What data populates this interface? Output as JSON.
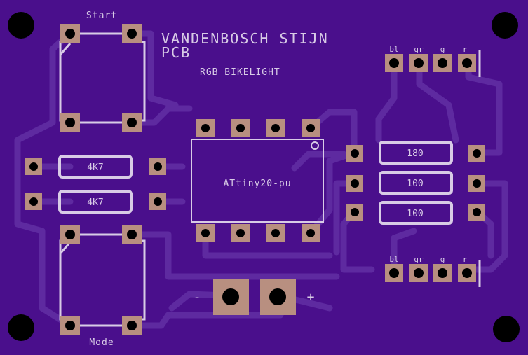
{
  "board": {
    "colors": {
      "background": "#4a0f8c",
      "trace": "#5e2aa0",
      "silk": "#d8cbe6",
      "pad": "#b88f80",
      "hole": "#000000"
    },
    "title_line1": "VANDENBOSCH STIJN",
    "title_line2": "PCB",
    "subtitle": "RGB BIKELIGHT"
  },
  "switches": {
    "top_label": "Start",
    "bottom_label": "Mode"
  },
  "resistors_left": [
    "4K7",
    "4K7"
  ],
  "resistors_right": [
    "180",
    "100",
    "100"
  ],
  "chip": {
    "label": "ATtiny20-pu"
  },
  "connector_top": {
    "pins": [
      "bl",
      "gr",
      "g",
      "r"
    ]
  },
  "connector_bottom": {
    "pins": [
      "bl",
      "gr",
      "g",
      "r"
    ]
  },
  "power": {
    "minus": "-",
    "plus": "+"
  }
}
